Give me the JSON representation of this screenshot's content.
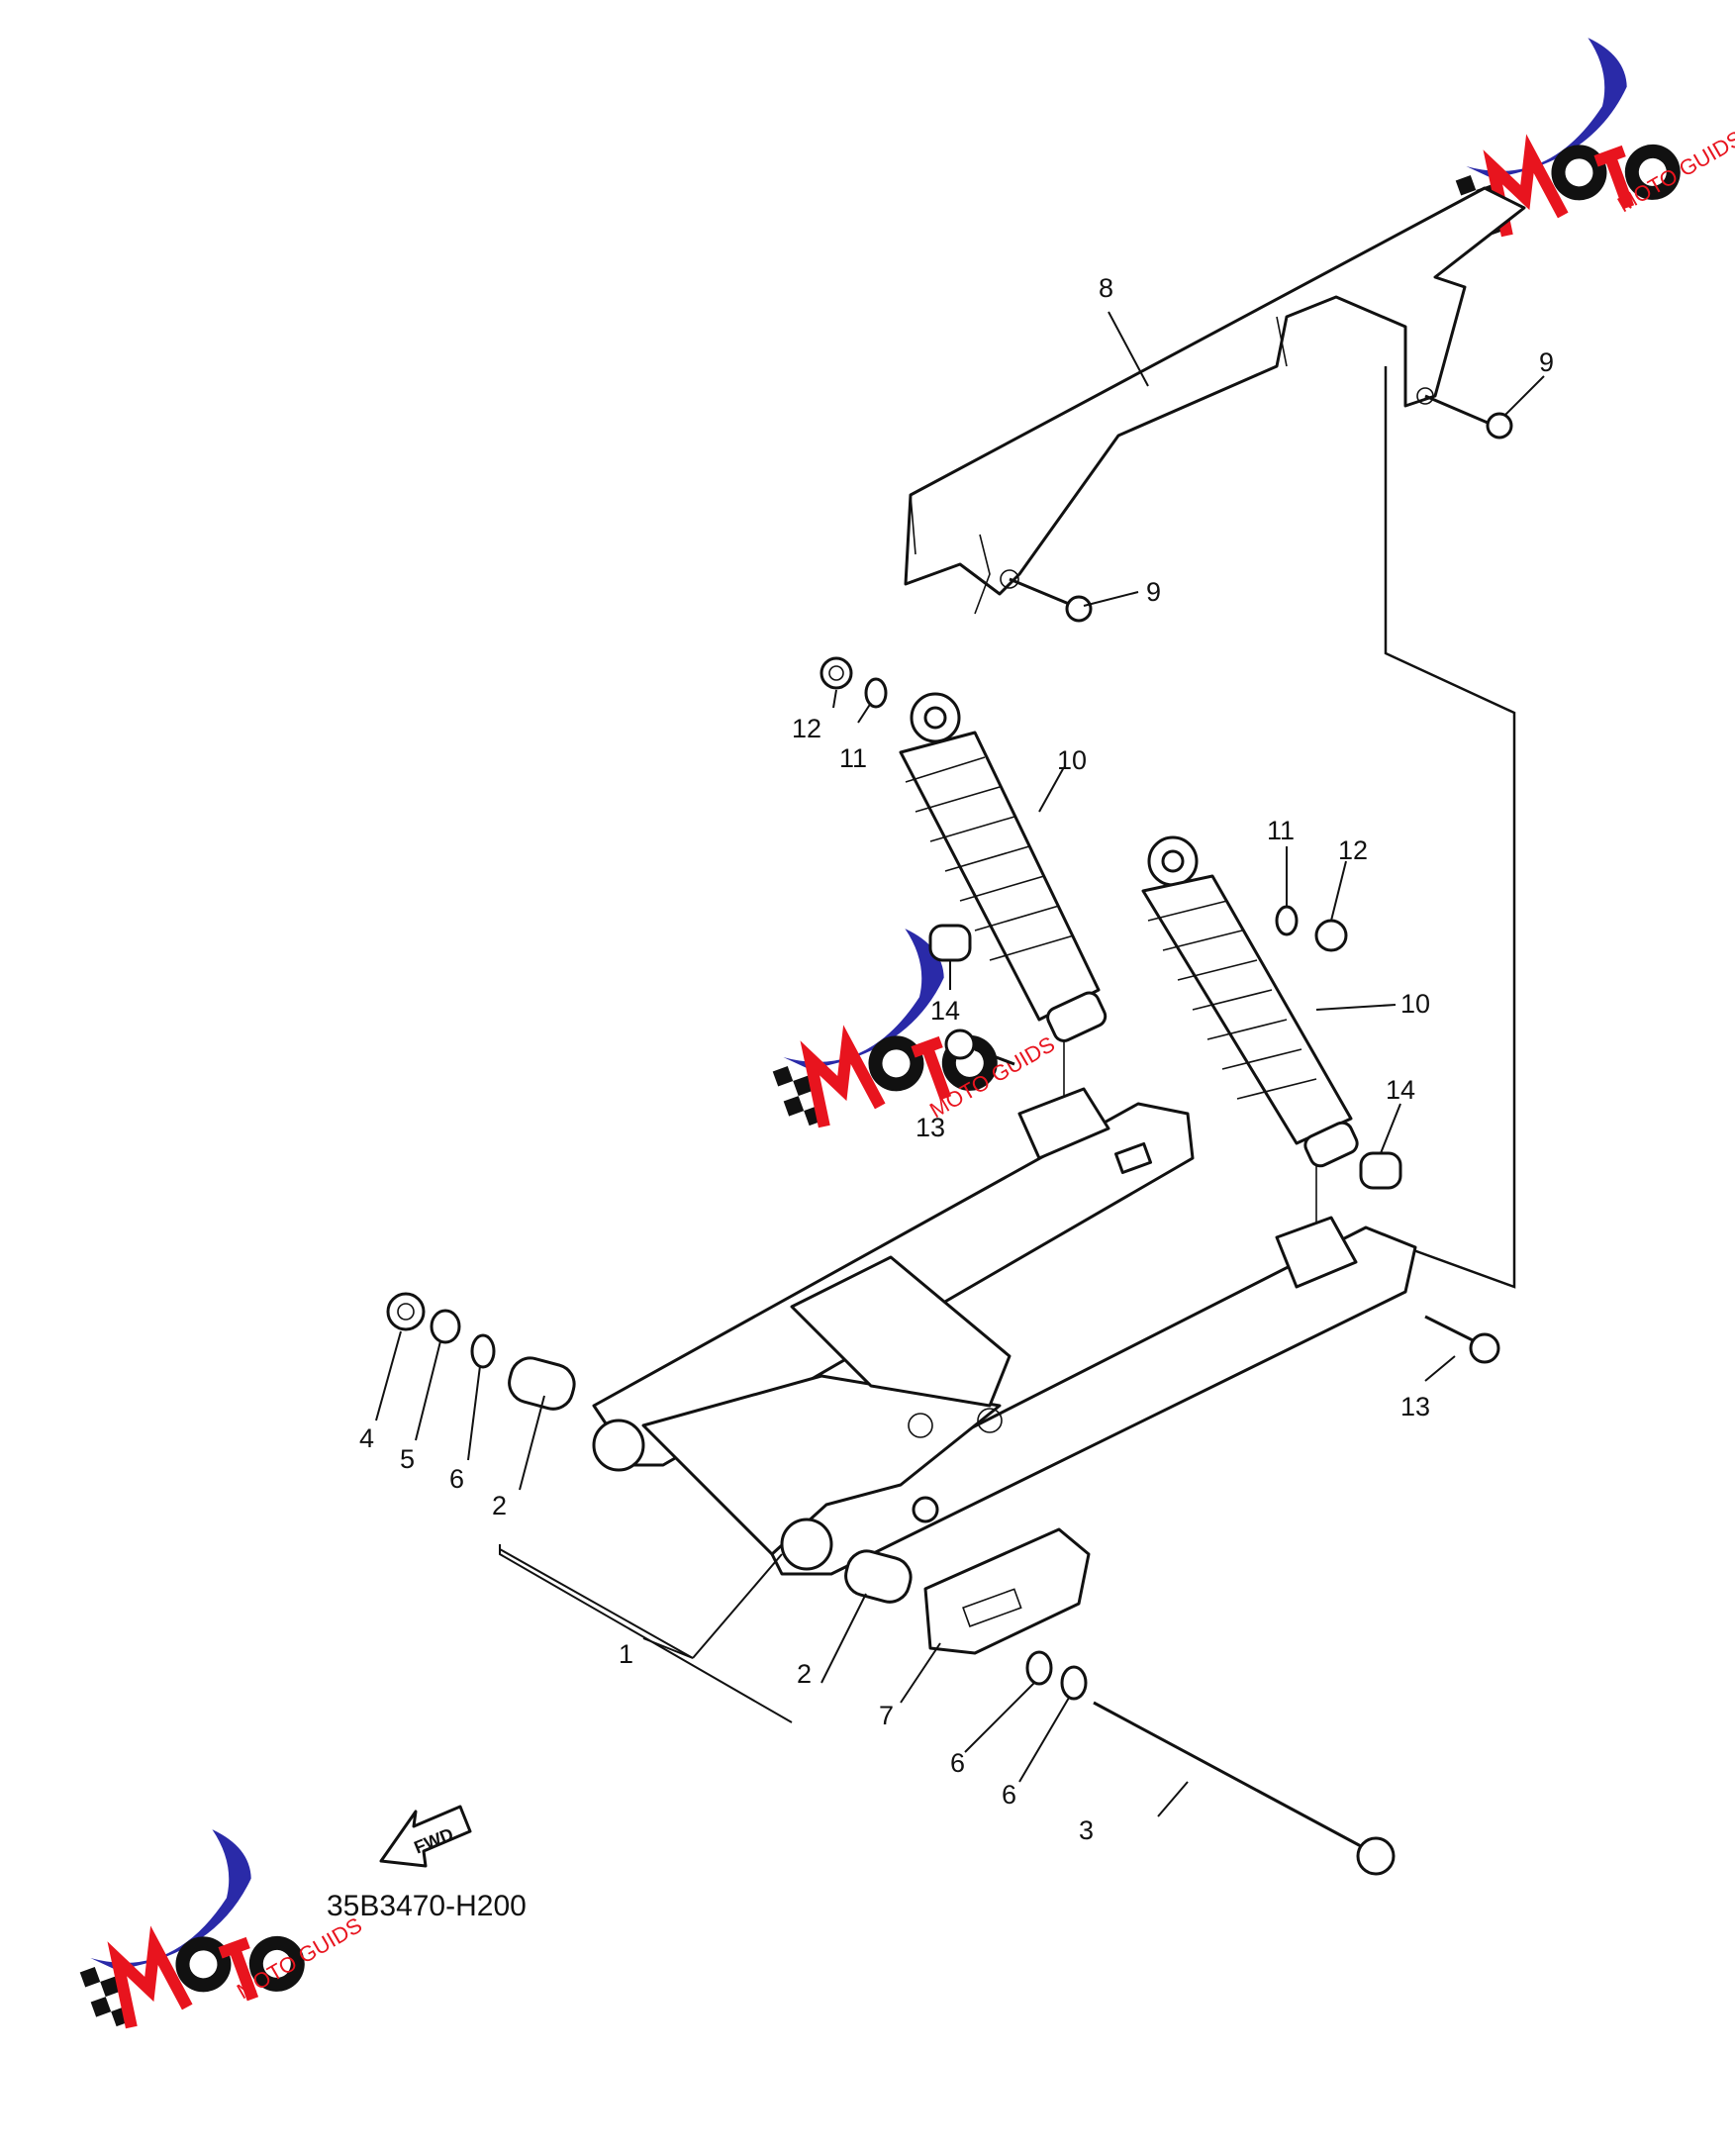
{
  "diagram": {
    "part_number": "35B3470-H200",
    "fwd_label": "FWD",
    "callouts": {
      "c1": "1",
      "c2a": "2",
      "c2b": "2",
      "c3": "3",
      "c4": "4",
      "c5": "5",
      "c6a": "6",
      "c6b": "6",
      "c6c": "6",
      "c7": "7",
      "c8": "8",
      "c9a": "9",
      "c9b": "9",
      "c10a": "10",
      "c10b": "10",
      "c11a": "11",
      "c11b": "11",
      "c12a": "12",
      "c12b": "12",
      "c13a": "13",
      "c13b": "13",
      "c14a": "14",
      "c14b": "14"
    }
  },
  "watermark": {
    "text": "MOTO GUIDS",
    "colors": {
      "blue": "#2a2aa8",
      "red": "#e8141e",
      "black": "#111111"
    }
  }
}
